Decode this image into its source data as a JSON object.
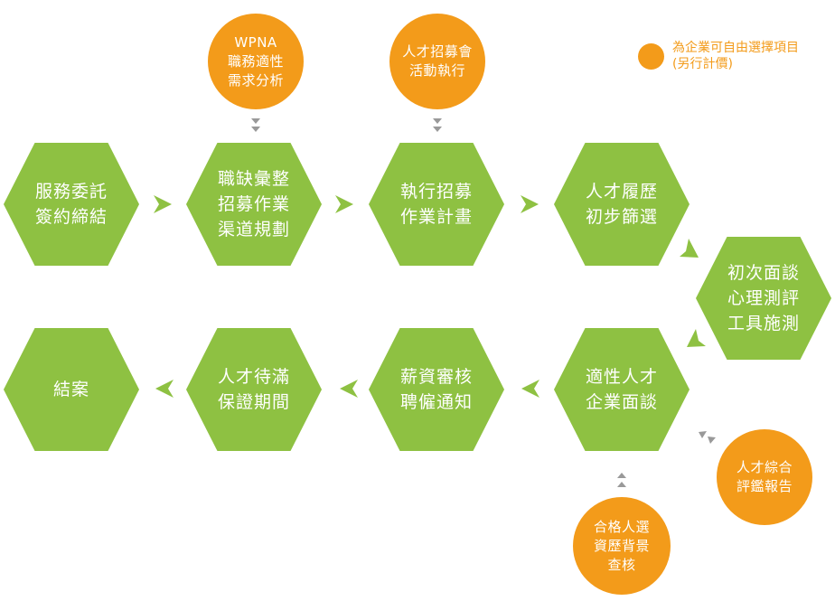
{
  "colors": {
    "step": "#8ec142",
    "optional": "#f39b1a",
    "connector": "#999999"
  },
  "steps": [
    {
      "label": "服務委託\n簽約締結"
    },
    {
      "label": "職缺彙整\n招募作業\n渠道規劃"
    },
    {
      "label": "執行招募\n作業計畫"
    },
    {
      "label": "人才履歷\n初步篩選"
    },
    {
      "label": "初次面談\n心理測評\n工具施測"
    },
    {
      "label": "適性人才\n企業面談"
    },
    {
      "label": "薪資審核\n聘僱通知"
    },
    {
      "label": "人才待滿\n保證期間"
    },
    {
      "label": "結案"
    }
  ],
  "options": [
    {
      "label": "WPNA\n職務適性\n需求分析"
    },
    {
      "label": "人才招募會\n活動執行"
    },
    {
      "label": "人才綜合\n評鑑報告"
    },
    {
      "label": "合格人選\n資歷背景\n查核"
    }
  ],
  "legend": {
    "text": "為企業可自由選擇項目\n(另行計價)"
  }
}
